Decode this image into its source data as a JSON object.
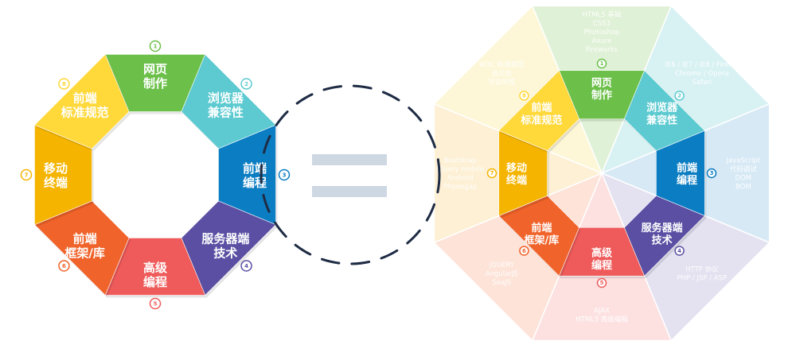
{
  "left_wheel": {
    "segments": [
      {
        "num": "1",
        "line1": "网页",
        "line2": "制作",
        "color": "#6cc04a"
      },
      {
        "num": "2",
        "line1": "浏览器",
        "line2": "兼容性",
        "color": "#5ccad0"
      },
      {
        "num": "3",
        "line1": "前端",
        "line2": "编程",
        "color": "#0b7dc2"
      },
      {
        "num": "4",
        "line1": "服务器端",
        "line2": "技术",
        "color": "#5a4fa3"
      },
      {
        "num": "5",
        "line1": "高级",
        "line2": "编程",
        "color": "#ef5b5b"
      },
      {
        "num": "6",
        "line1": "前端",
        "line2": "框架/库",
        "color": "#f0632a"
      },
      {
        "num": "7",
        "line1": "移动",
        "line2": "终端",
        "color": "#f4b400"
      },
      {
        "num": "8",
        "line1": "前端",
        "line2": "标准规范",
        "color": "#ffd83a"
      }
    ]
  },
  "right_wheel": {
    "segments": [
      {
        "num": "1",
        "line1": "网页",
        "line2": "制作",
        "color": "#6cc04a"
      },
      {
        "num": "2",
        "line1": "浏览器",
        "line2": "兼容性",
        "color": "#5ccad0"
      },
      {
        "num": "3",
        "line1": "前端",
        "line2": "编程",
        "color": "#0b7dc2"
      },
      {
        "num": "4",
        "line1": "服务器端",
        "line2": "技术",
        "color": "#5a4fa3"
      },
      {
        "num": "5",
        "line1": "高级",
        "line2": "编程",
        "color": "#ef5b5b"
      },
      {
        "num": "6",
        "line1": "前端",
        "line2": "框架/库",
        "color": "#f0632a"
      },
      {
        "num": "7",
        "line1": "移动",
        "line2": "终端",
        "color": "#f4b400"
      },
      {
        "num": "8",
        "line1": "前端",
        "line2": "标准规范",
        "color": "#ffd83a"
      }
    ],
    "details": [
      {
        "lines": [
          "HTML5 基础",
          "CSS3",
          "Photoshop",
          "Axure",
          "Fireworks"
        ],
        "color": "#dff1d6"
      },
      {
        "lines": [
          "IE6 / IE7 / IE8 / Firefox",
          "Chrome / Opera",
          "Safari"
        ],
        "color": "#d8f1f3"
      },
      {
        "lines": [
          "JavaScript",
          "代码调试",
          "DOM",
          "BOM"
        ],
        "color": "#d6e9f5"
      },
      {
        "lines": [
          "HTTP 协议",
          "PHP / JSP / ASP"
        ],
        "color": "#e4e1f0"
      },
      {
        "lines": [
          "AJAX",
          "HTML5 高级编程"
        ],
        "color": "#fde1e1"
      },
      {
        "lines": [
          "jQUERY",
          "AngularJS",
          "SeaJS"
        ],
        "color": "#fde3d8"
      },
      {
        "lines": [
          "Bootstrap",
          "jQuery mobile",
          "Android",
          "Phonegap"
        ],
        "color": "#fdf0d4"
      },
      {
        "lines": [
          "W3C 标准规范",
          "语义化",
          "可访问性"
        ],
        "color": "#fdf7d8"
      }
    ]
  }
}
